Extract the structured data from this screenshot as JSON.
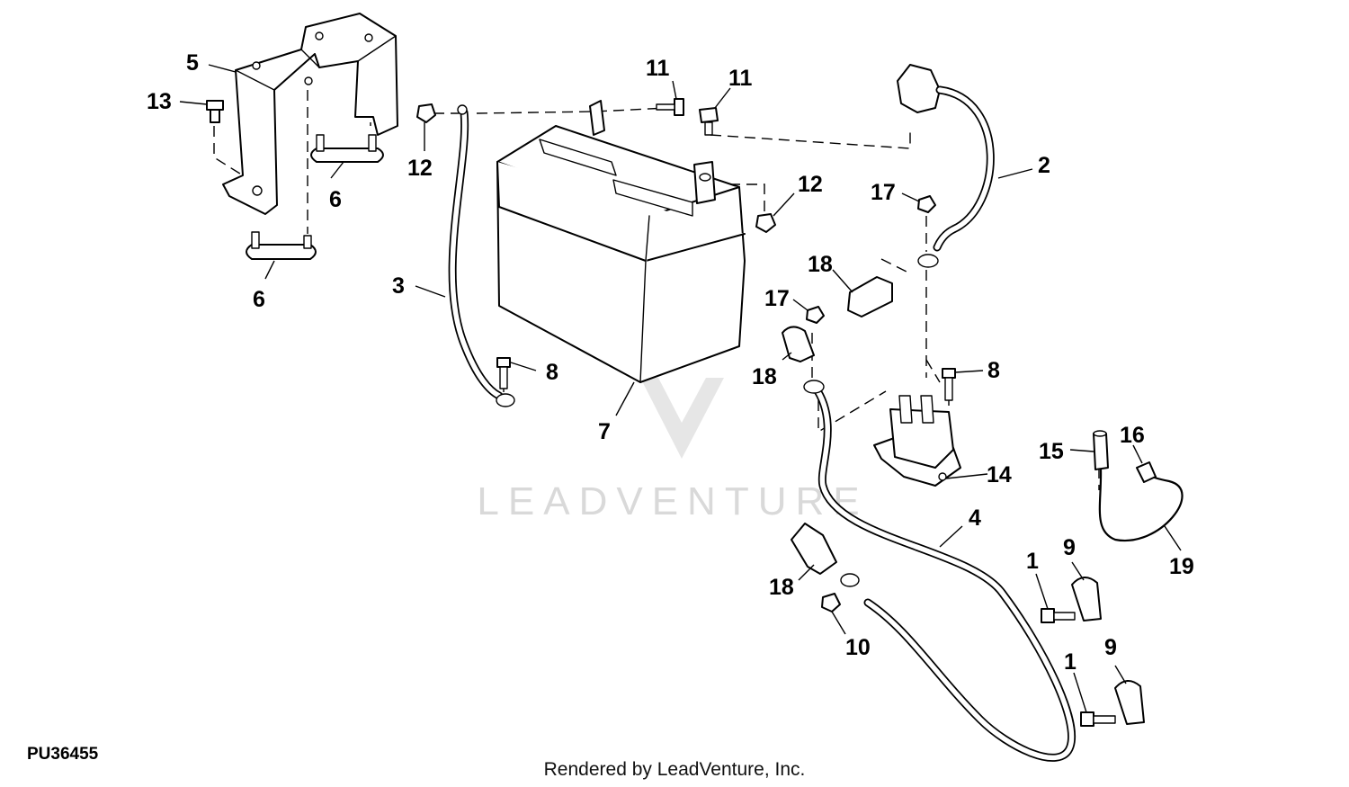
{
  "watermark": "LEADVENTURE",
  "figure_id": "PU36455",
  "credit": "Rendered by LeadVenture, Inc.",
  "callouts": {
    "bracket": "5",
    "bolt_bracket": "13",
    "hold_down_upper": "6",
    "hold_down_lower": "6",
    "nut_negative_terminal": "12",
    "bolt_terminal_a": "11",
    "bolt_terminal_b": "11",
    "nut_positive_terminal": "12",
    "negative_cable": "3",
    "bolt_ground": "8",
    "battery": "7",
    "positive_cable": "2",
    "nut_solenoid_top": "17",
    "boot_solenoid_top": "18",
    "nut_solenoid_left": "17",
    "boot_solenoid_left": "18",
    "bolt_solenoid": "8",
    "solenoid": "14",
    "starter_cable": "4",
    "boot_starter": "18",
    "nut_starter": "10",
    "fuse_holder": "15",
    "fuse_terminal": "16",
    "fuse_wire": "19",
    "screw_clip_upper": "1",
    "clip_upper": "9",
    "screw_clip_lower": "1",
    "clip_lower": "9"
  }
}
